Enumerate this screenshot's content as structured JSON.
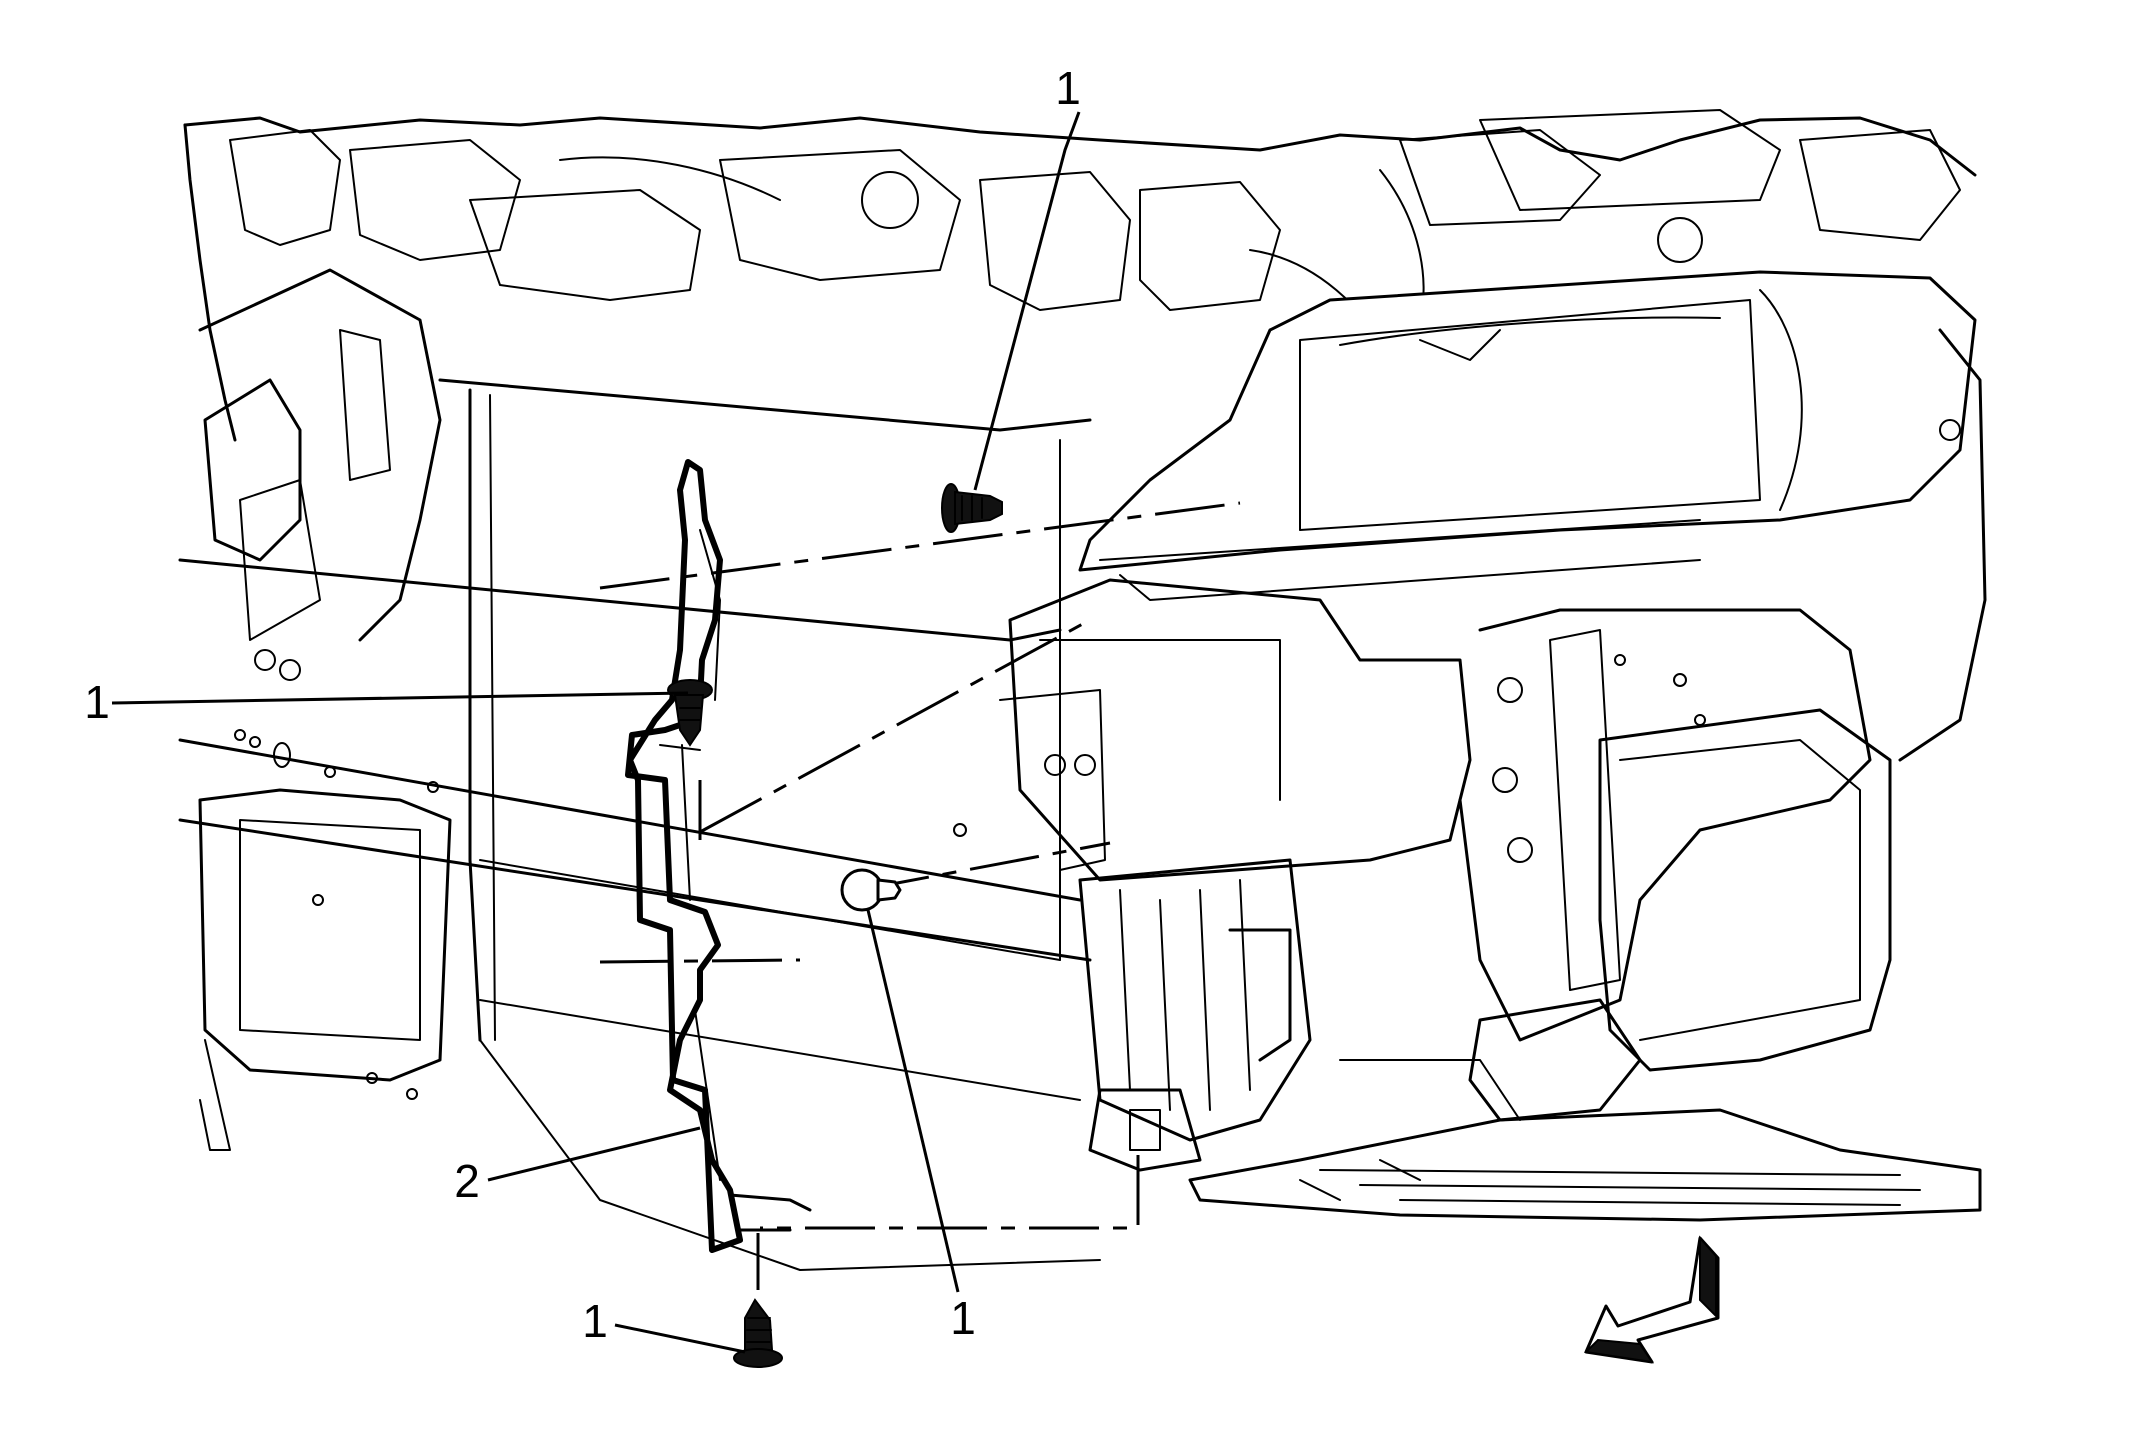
{
  "figure": {
    "callouts": [
      {
        "id": "fastener-top",
        "label": "1"
      },
      {
        "id": "fastener-left",
        "label": "1"
      },
      {
        "id": "deflector",
        "label": "2"
      },
      {
        "id": "fastener-bottom",
        "label": "1"
      },
      {
        "id": "fastener-middle",
        "label": "1"
      }
    ]
  },
  "colors": {
    "line": "#000000",
    "background": "#ffffff"
  },
  "icons": {
    "direction": "vehicle-front-arrow-icon",
    "fastener": "push-pin-retainer-icon"
  }
}
